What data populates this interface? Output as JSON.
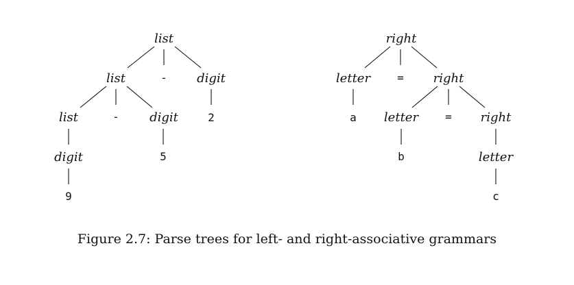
{
  "caption": "Figure 2.7: Parse trees for left- and right-associative grammars",
  "left_tree": {
    "n0": "list",
    "n1": "list",
    "n2": "-",
    "n3": "digit",
    "n4": "list",
    "n5": "-",
    "n6": "digit",
    "n7": "2",
    "n8": "digit",
    "n9": "5",
    "n10": "9"
  },
  "right_tree": {
    "n0": "right",
    "n1": "letter",
    "n2": "=",
    "n3": "right",
    "n4": "a",
    "n5": "letter",
    "n6": "=",
    "n7": "right",
    "n8": "b",
    "n9": "letter",
    "n10": "c"
  }
}
